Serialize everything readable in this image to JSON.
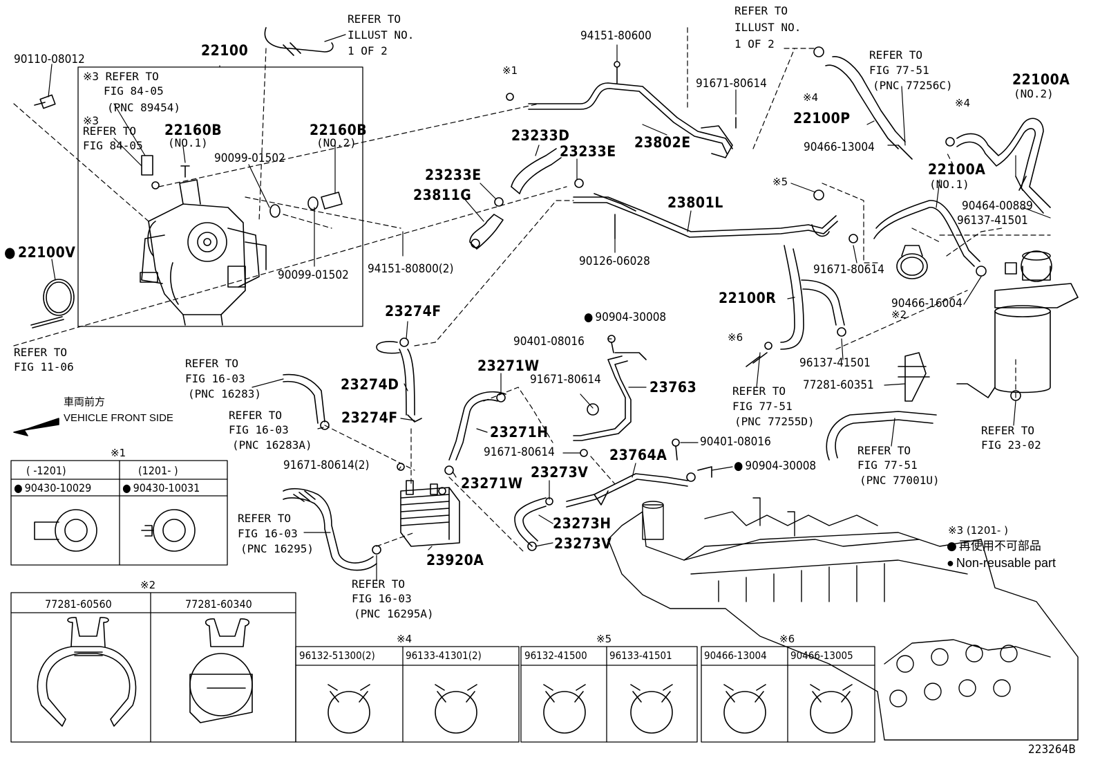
{
  "callouts": {
    "p22100": "22100",
    "p90110": "90110-08012",
    "ref_84_05_a": [
      "※3 REFER TO",
      "FIG 84-05",
      "(PNC 89454)"
    ],
    "ref_84_05_b": [
      "※3",
      "REFER TO",
      "FIG 84-05"
    ],
    "p22160B_1": "22160B",
    "p22160B_1_sub": "(NO.1)",
    "p22160B_2": "22160B",
    "p22160B_2_sub": "(NO.2)",
    "p90099_a": "90099-01502",
    "p90099_b": "90099-01502",
    "p22100V": "22100V",
    "ref_11_06": [
      "REFER TO",
      "FIG 11-06"
    ],
    "ref_illust_a": [
      "REFER TO",
      "ILLUST NO.",
      "1 OF 2"
    ],
    "ref_illust_b": [
      "REFER TO",
      "ILLUST NO.",
      "1 OF 2"
    ],
    "m1": "※1",
    "p94151_80600": "94151-80600",
    "p91671_top": "91671-80614",
    "p23802E": "23802E",
    "p23233D": "23233D",
    "p23233E_a": "23233E",
    "p23233E_b": "23233E",
    "p23811G": "23811G",
    "p94151_80800": "94151-80800(2)",
    "p90126": "90126-06028",
    "p23801L": "23801L",
    "m5": "※5",
    "m4_a": "※4",
    "m4_b": "※4",
    "p22100P": "22100P",
    "ref_77_51_a": [
      "REFER TO",
      "FIG 77-51",
      "(PNC 77256C)"
    ],
    "p22100A_2": "22100A",
    "p22100A_2_sub": "(NO.2)",
    "p90466_13004": "90466-13004",
    "p22100A_1": "22100A",
    "p22100A_1_sub": "(NO.1)",
    "p90464": "90464-00889",
    "p96137_a": "96137-41501",
    "p91671_right": "91671-80614",
    "p90466_16004": "90466-16004",
    "m2": "※2",
    "p22100R": "22100R",
    "m6": "※6",
    "p96137_b": "96137-41501",
    "p77281_60351": "77281-60351",
    "ref_77_51_b": [
      "REFER TO",
      "FIG 77-51",
      "(PNC 77255D)"
    ],
    "ref_77_51_c": [
      "REFER TO",
      "FIG 77-51",
      "(PNC 77001U)"
    ],
    "ref_23_02": [
      "REFER TO",
      "FIG 23-02"
    ],
    "p23274F_a": "23274F",
    "p23274D": "23274D",
    "p23274F_b": "23274F",
    "p90904_a": "90904-30008",
    "p90401_a": "90401-08016",
    "p23271W_a": "23271W",
    "p91671_mid": "91671-80614",
    "p23763": "23763",
    "p23271H": "23271H",
    "p91671_2": "91671-80614(2)",
    "p91671_low": "91671-80614",
    "p23764A": "23764A",
    "p90401_b": "90401-08016",
    "p90904_b": "90904-30008",
    "p23273V_a": "23273V",
    "p23271W_b": "23271W",
    "p23273H": "23273H",
    "p23273V_b": "23273V",
    "p23920A": "23920A",
    "ref_16_03_a": [
      "REFER TO",
      "FIG 16-03",
      "(PNC 16283)"
    ],
    "ref_16_03_b": [
      "REFER TO",
      "FIG 16-03",
      "(PNC 16283A)"
    ],
    "ref_16_03_c": [
      "REFER TO",
      "FIG 16-03",
      "(PNC 16295)"
    ],
    "ref_16_03_d": [
      "REFER TO",
      "FIG 16-03",
      "(PNC 16295A)"
    ],
    "front_jp": "車両前方",
    "front_en": "VEHICLE FRONT SIDE",
    "note_3": "※3 (1201-      )",
    "note_jp": "再使用不可部品",
    "note_en": "Non-reusable part",
    "illust_no": "223264B"
  },
  "tables": {
    "t1": {
      "mark": "※1",
      "h1": "(     -1201)",
      "h2": "(1201-      )",
      "c1": "90430-10029",
      "c2": "90430-10031"
    },
    "t2": {
      "mark": "※2",
      "c1": "77281-60560",
      "c2": "77281-60340"
    },
    "t4": {
      "mark": "※4",
      "c1": "96132-51300(2)",
      "c2": "96133-41301(2)"
    },
    "t5": {
      "mark": "※5",
      "c1": "96132-41500",
      "c2": "96133-41501"
    },
    "t6": {
      "mark": "※6",
      "c1": "90466-13004",
      "c2": "90466-13005"
    }
  }
}
